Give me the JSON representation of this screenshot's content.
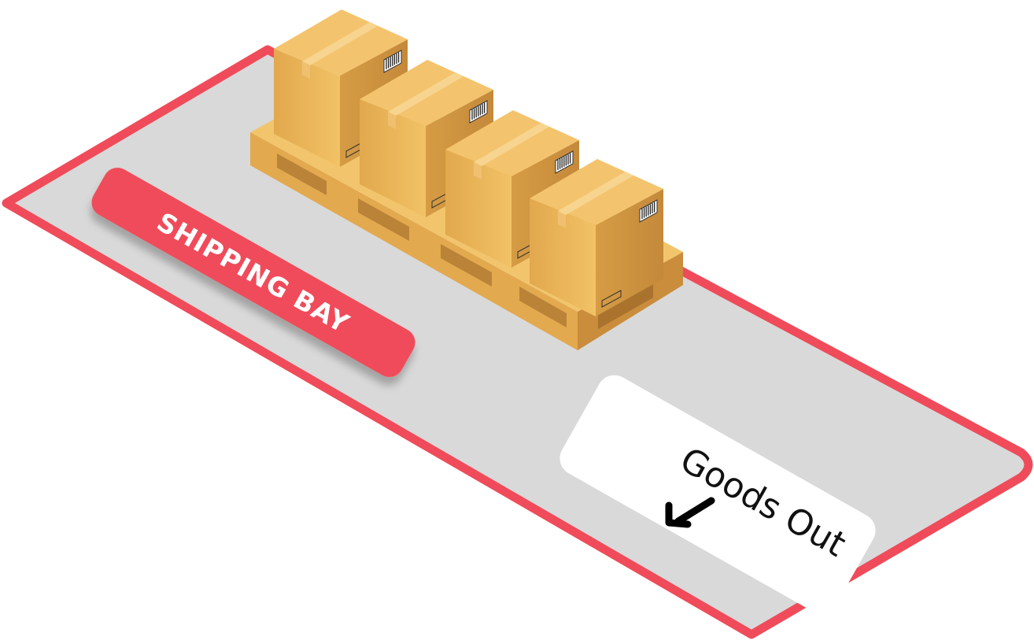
{
  "zone": {
    "label": "SHIPPING BAY",
    "sign_text": "Goods Out",
    "sign_arrow_icon": "arrow-down-left-icon"
  },
  "colors": {
    "zone_border": "#f04b5a",
    "floor": "#d9d9d9",
    "label_bg": "#f04b5a",
    "label_text": "#ffffff",
    "sign_bg": "#ffffff",
    "box_light": "#f1bb60",
    "box_side": "#d7a14a",
    "pallet": "#e8b24f"
  },
  "pallet": {
    "box_count": 4
  }
}
